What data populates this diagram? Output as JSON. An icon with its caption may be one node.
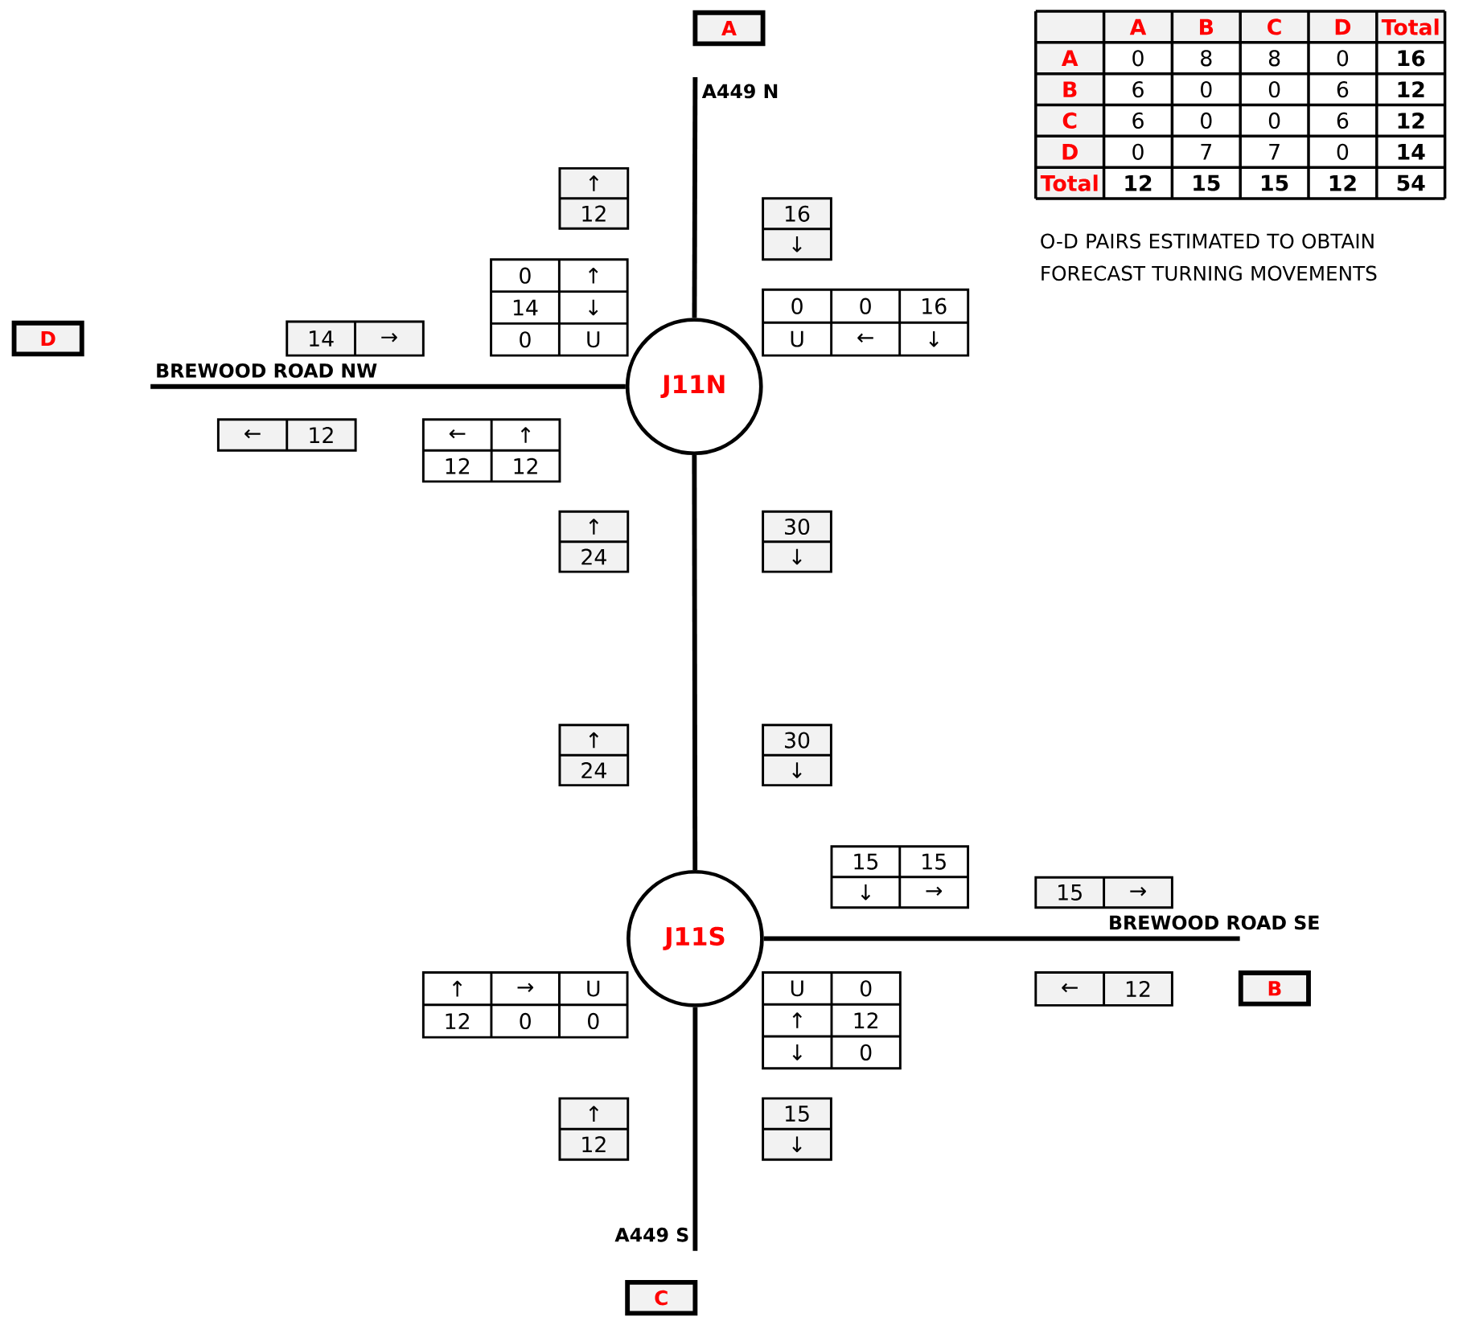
{
  "diagram": {
    "nodes": [
      {
        "text": [
          "A"
        ]
      },
      {
        "text": [
          "D"
        ]
      },
      {
        "text": [
          "J11N"
        ]
      },
      {
        "text": [
          "J11S"
        ]
      },
      {
        "text": [
          "B"
        ]
      },
      {
        "text": [
          "C"
        ]
      },
      {
        "text": [
          "↑",
          "12"
        ]
      },
      {
        "text": [
          "16",
          "↓"
        ]
      },
      {
        "text": [
          "0",
          "↑",
          "14",
          "↓",
          "0",
          "U"
        ]
      },
      {
        "text": [
          "0",
          "0",
          "16",
          "U",
          "←",
          "↓"
        ]
      },
      {
        "text": [
          "14",
          "→"
        ]
      },
      {
        "text": [
          "←",
          "12"
        ]
      },
      {
        "text": [
          "←",
          "↑",
          "12",
          "12"
        ]
      },
      {
        "text": [
          "↑",
          "24"
        ]
      },
      {
        "text": [
          "30",
          "↓"
        ]
      },
      {
        "text": [
          "↑",
          "24"
        ]
      },
      {
        "text": [
          "30",
          "↓"
        ]
      },
      {
        "text": [
          "15",
          "15",
          "↓",
          "→"
        ]
      },
      {
        "text": [
          "15",
          "→"
        ]
      },
      {
        "text": [
          "↑",
          "→",
          "U",
          "12",
          "0",
          "0"
        ]
      },
      {
        "text": [
          "U",
          "0",
          "↑",
          "12",
          "↓",
          "0"
        ]
      },
      {
        "text": [
          "←",
          "12"
        ]
      },
      {
        "text": [
          "↑",
          "12"
        ]
      },
      {
        "text": [
          "15",
          "↓"
        ]
      }
    ],
    "edges": [
      {
        "from": null,
        "to": 2,
        "arrow": "none",
        "label": "A449 N"
      },
      {
        "from": null,
        "to": 2,
        "arrow": "none",
        "label": "BREWOOD ROAD NW"
      },
      {
        "from": 2,
        "to": 3,
        "arrow": "none"
      },
      {
        "from": 3,
        "to": null,
        "arrow": "none",
        "label": "BREWOOD ROAD SE"
      },
      {
        "from": 3,
        "to": null,
        "arrow": "none",
        "label": "A449 S"
      }
    ],
    "labels": [
      "A",
      "B",
      "C",
      "D",
      "Total",
      "A",
      "0",
      "8",
      "8",
      "0",
      "16",
      "B",
      "6",
      "0",
      "0",
      "6",
      "12",
      "C",
      "6",
      "0",
      "0",
      "6",
      "12",
      "D",
      "0",
      "7",
      "7",
      "0",
      "14",
      "Total",
      "12",
      "15",
      "15",
      "12",
      "54",
      "O-D PAIRS ESTIMATED TO OBTAIN FORECAST TURNING MOVEMENTS"
    ]
  }
}
